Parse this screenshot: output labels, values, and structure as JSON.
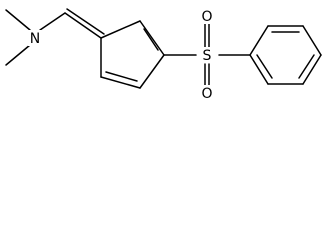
{
  "molecule": {
    "atoms": {
      "nitrogen": "N",
      "sulfur": "S",
      "oxygen_top": "O",
      "oxygen_bottom": "O"
    }
  }
}
